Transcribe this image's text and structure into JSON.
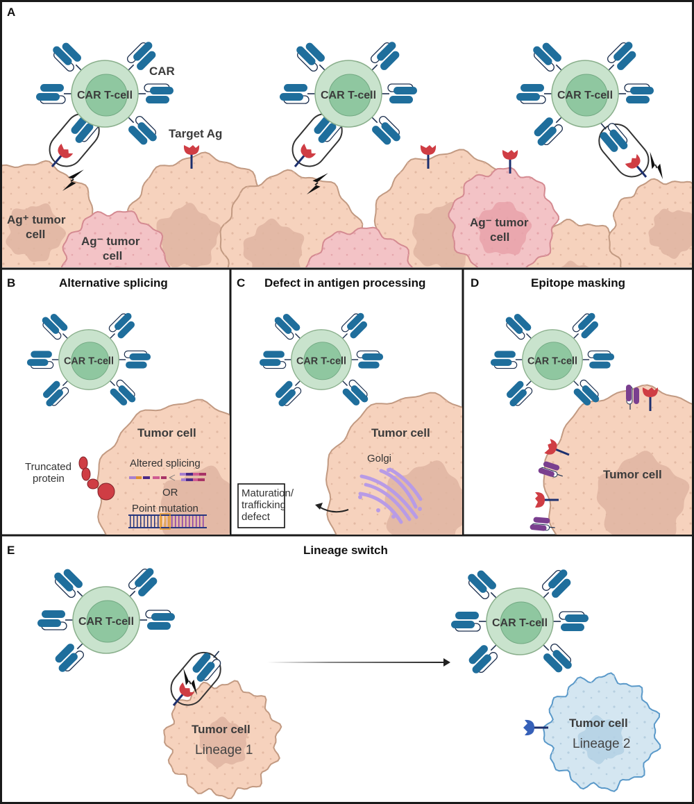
{
  "figure": {
    "panels": [
      {
        "letter": "A",
        "title": "",
        "labels": {
          "car": "CAR",
          "target_ag": "Target Ag",
          "ag_pos_line1": "Ag⁺ tumor",
          "ag_pos_line2": "cell",
          "ag_neg_line1": "Ag⁻ tumor",
          "ag_neg_line2": "cell",
          "ag_neg2_line1": "Ag⁻ tumor",
          "ag_neg2_line2": "cell"
        }
      },
      {
        "letter": "B",
        "title": "Alternative splicing",
        "labels": {
          "tumor_cell": "Tumor cell",
          "truncated_line1": "Truncated",
          "truncated_line2": "protein",
          "altered_splicing": "Altered splicing",
          "or": "OR",
          "point_mutation": "Point mutation"
        }
      },
      {
        "letter": "C",
        "title": "Defect in antigen processing",
        "labels": {
          "tumor_cell": "Tumor cell",
          "golgi": "Golgi",
          "defect_line1": "Maturation/",
          "defect_line2": "trafficking",
          "defect_line3": "defect"
        }
      },
      {
        "letter": "D",
        "title": "Epitope masking",
        "labels": {
          "tumor_cell": "Tumor cell"
        }
      },
      {
        "letter": "E",
        "title": "Lineage switch",
        "labels": {
          "tumor_cell_1": "Tumor cell",
          "lineage_1": "Lineage 1",
          "tumor_cell_2": "Tumor cell",
          "lineage_2": "Lineage 2"
        }
      }
    ],
    "car_t_cell_label": "CAR T-cell",
    "colors": {
      "car_receptor": "#1f6e9c",
      "t_cell_outer": "#c9e3cd",
      "t_cell_inner": "#8fc7a0",
      "t_cell_stroke": "#8aaf8c",
      "tumor_fill": "#f6d2bd",
      "tumor_stroke": "#c29a82",
      "tumor_nucleus": "#dfb5a2",
      "ag_neg_fill": "#f3c3c6",
      "ag_neg_stroke": "#d48a91",
      "antigen": "#cf3d44",
      "antigen_stalk": "#1c2f6e",
      "mask_protein": "#7a3f8f",
      "golgi": "#b89be6",
      "lineage2_fill": "#d4e6f1",
      "lineage2_stroke": "#5a99c9",
      "lineage2_antigen": "#3660b8"
    }
  }
}
